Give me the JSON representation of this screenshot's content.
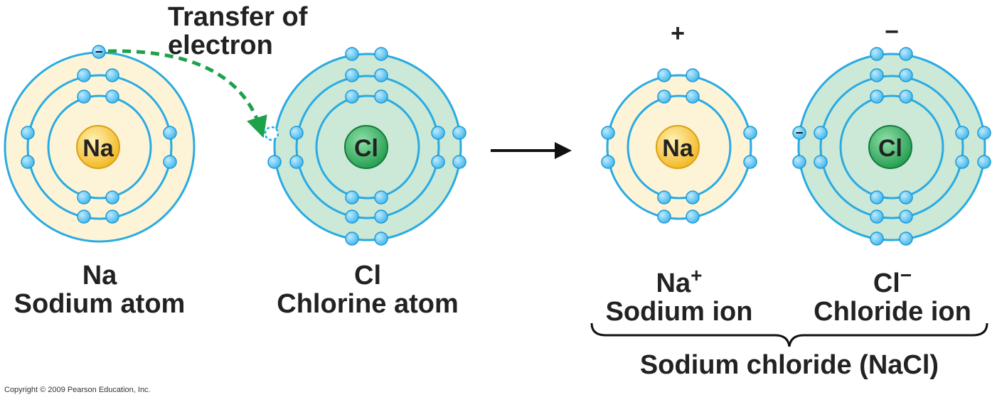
{
  "transfer_label_line1": "Transfer of",
  "transfer_label_line2": "electron",
  "sodium_atom": {
    "symbol": "Na",
    "label_symbol": "Na",
    "label_name": "Sodium atom"
  },
  "chlorine_atom": {
    "symbol": "Cl",
    "label_symbol": "Cl",
    "label_name": "Chlorine atom"
  },
  "sodium_ion": {
    "symbol": "Na",
    "label_symbol": "Na",
    "charge": "+",
    "label_name": "Sodium ion"
  },
  "chloride_ion": {
    "symbol": "Cl",
    "label_symbol": "Cl",
    "charge": "−",
    "label_name": "Chloride ion"
  },
  "compound_label": "Sodium chloride (NaCl)",
  "electron_sign": "−",
  "copyright": "Copyright © 2009 Pearson Education, Inc.",
  "colors": {
    "orbit": "#29abe2",
    "electron": "#5fc6f0",
    "sodium_fill": "#fdf4d8",
    "chlorine_fill": "#cce8d7",
    "sodium_nucleus": "#f7c531",
    "chlorine_nucleus": "#2faa5a",
    "transfer_arrow": "#1fa04a"
  }
}
